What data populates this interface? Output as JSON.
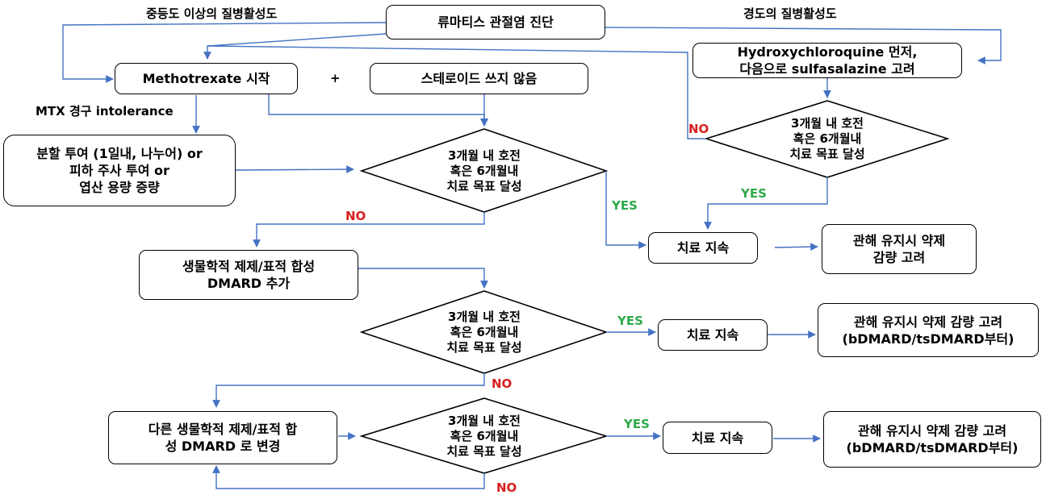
{
  "start": "류마티스 관절염 진단",
  "branches": {
    "moderate": "중등도 이상의 질병활성도",
    "mild": "경도의 질병활성도"
  },
  "boxes": {
    "mtx_start": "Methotrexate 시작",
    "plus": "+",
    "no_steroid": "스테로이드 쓰지 않음",
    "hcq": [
      "Hydroxychloroquine 먼저,",
      "다음으로 sulfasalazine 고려"
    ],
    "mtx_intolerance": "MTX 경구 intolerance",
    "split_dose": [
      "분할 투여 (1일내, 나누어) or",
      "피하 주사 투여 or",
      "엽산 용량 증량"
    ],
    "continue_1": "치료 지속",
    "taper_1": [
      "관해 유지시 약제",
      "감량 고려"
    ],
    "add_bdmard": [
      "생물학적 제제/표적 합성",
      "DMARD 추가"
    ],
    "continue_2": "치료 지속",
    "taper_2": [
      "관해 유지시 약제 감량 고려",
      "(bDMARD/tsDMARD부터)"
    ],
    "change_bdmard": [
      "다른 생물학적 제제/표적 합",
      "성 DMARD 로 변경"
    ],
    "continue_3": "치료 지속",
    "taper_3": [
      "관해 유지시 약제 감량 고려",
      "(bDMARD/tsDMARD부터)"
    ]
  },
  "decision_text": [
    "3개월 내 호전",
    "혹은 6개월내",
    "치료 목표 달성"
  ],
  "decision_text_alt": [
    "3개월 내 호전",
    "혹은 6개월내",
    "치료 목표 달성"
  ],
  "labels": {
    "no": "NO",
    "yes": "YES"
  },
  "colors": {
    "arrow": "#4472c4",
    "no": "#d81e1e",
    "yes": "#2eaa4a"
  }
}
